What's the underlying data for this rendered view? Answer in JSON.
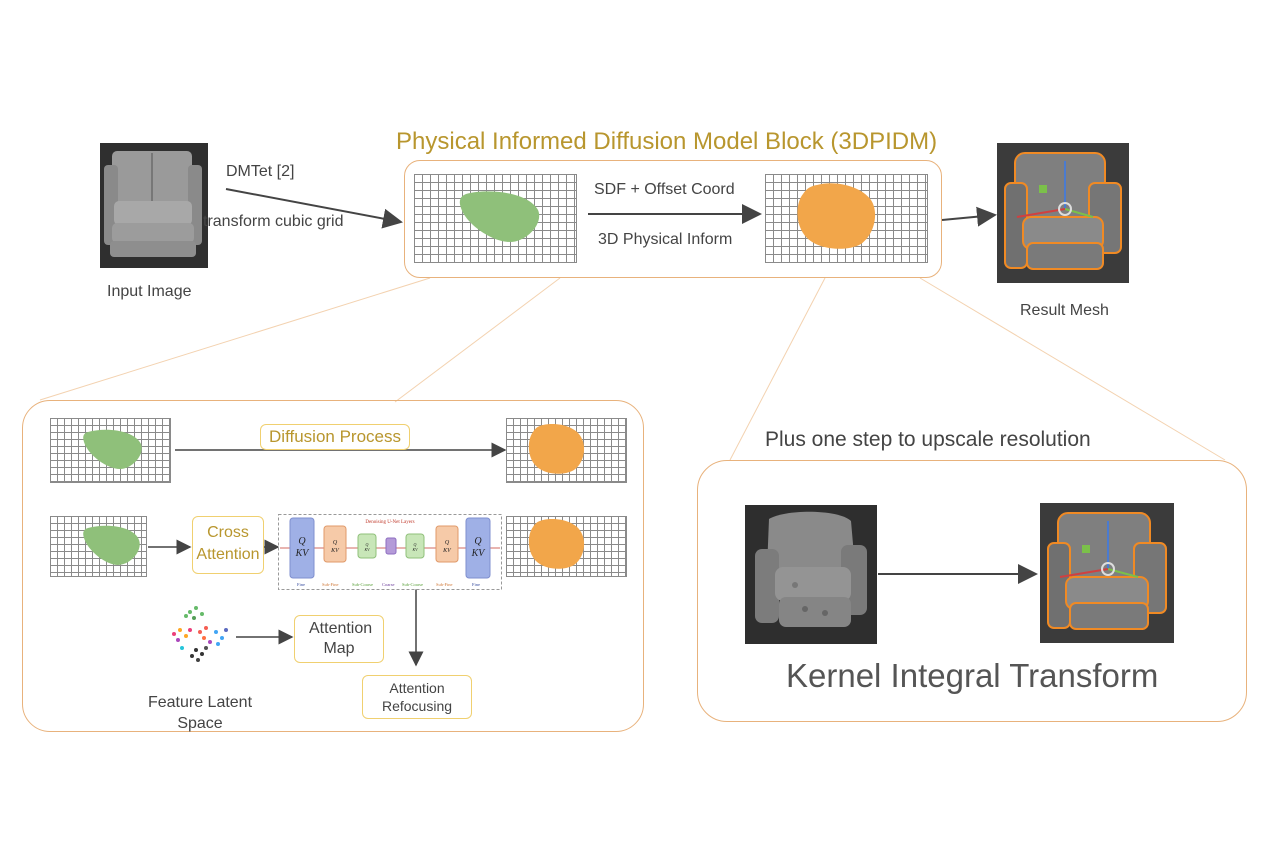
{
  "title": "Physical Informed Diffusion Model Block (3DPIDM)",
  "top": {
    "input_label": "Input Image",
    "dmtet_label": "DMTet [2]",
    "transform_label": "transform cubic grid",
    "sdf_label": "SDF + Offset Coord",
    "physical_label": "3D Physical Inform",
    "result_label": "Result Mesh"
  },
  "left_panel": {
    "diffusion_label": "Diffusion Process",
    "cross_attention_label": "Cross Attention",
    "attention_map_label": "Attention Map",
    "attention_refocusing_label": "Attention Refocusing",
    "feature_latent_label": "Feature Latent Space",
    "unet": {
      "title": "Denoising U-Net Layers",
      "block_text_large": "Q",
      "block_text_kv": "KV",
      "levels": [
        "Fine",
        "Sub-Fine",
        "Sub-Coarse",
        "Coarse",
        "Sub-Coarse",
        "Sub-Fine",
        "Fine"
      ]
    }
  },
  "right_panel": {
    "upscale_label": "Plus one step to upscale resolution",
    "kernel_label": "Kernel Integral Transform"
  },
  "colors": {
    "accent_orange": "#f2a64a",
    "accent_green": "#8fc07a",
    "title_gold": "#b8962e",
    "panel_border": "#e8b27c",
    "box_border": "#f0d070"
  }
}
